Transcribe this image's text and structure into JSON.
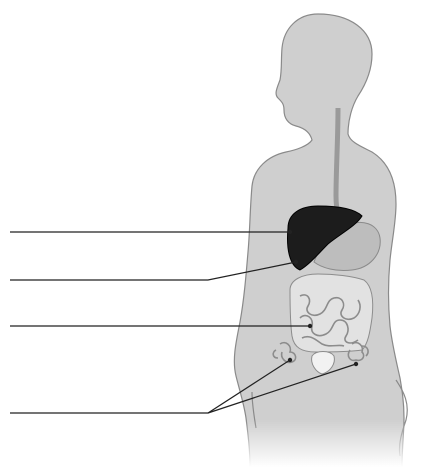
{
  "diagram": {
    "subject": "female-torso-digestive-system",
    "colors": {
      "background": "#ffffff",
      "body_fill": "#cfcfcf",
      "body_outline": "#8a8a8a",
      "liver": "#1c1c1c",
      "stomach": "#bdbdbd",
      "intestine": "#e2e2e2",
      "intestine_outline": "#8c8c8c",
      "esophagus": "#9a9a9a",
      "leader_line": "#222222"
    },
    "labels": [
      {
        "id": "label-1",
        "text": ""
      },
      {
        "id": "label-2",
        "text": ""
      },
      {
        "id": "label-3",
        "text": ""
      },
      {
        "id": "label-4",
        "text": ""
      }
    ]
  }
}
